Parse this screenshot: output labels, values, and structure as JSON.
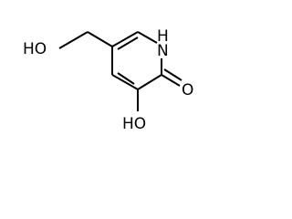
{
  "diagram": {
    "type": "chemical-structure",
    "labels": {
      "hydroxymethyl": "HO",
      "ring_nitrogen": "N",
      "ring_nitrogen_hydrogen": "H",
      "carbonyl_oxygen": "O",
      "ring_hydroxyl": "HO"
    }
  }
}
